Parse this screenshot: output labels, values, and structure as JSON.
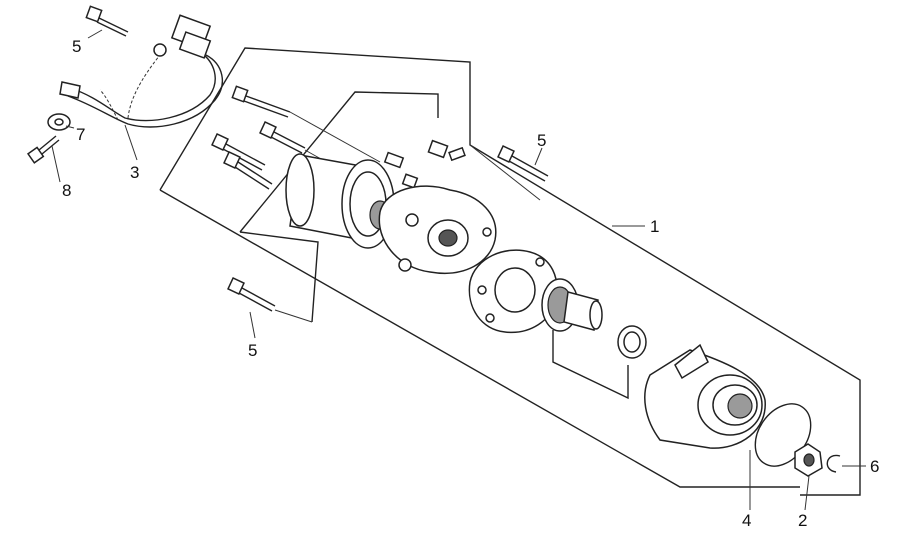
{
  "callouts": {
    "c1": "1",
    "c2": "2",
    "c3": "3",
    "c4": "4",
    "c5a": "5",
    "c5b": "5",
    "c5c": "5",
    "c6": "6",
    "c7": "7",
    "c8": "8"
  },
  "colors": {
    "line": "#222222",
    "background": "#ffffff"
  }
}
